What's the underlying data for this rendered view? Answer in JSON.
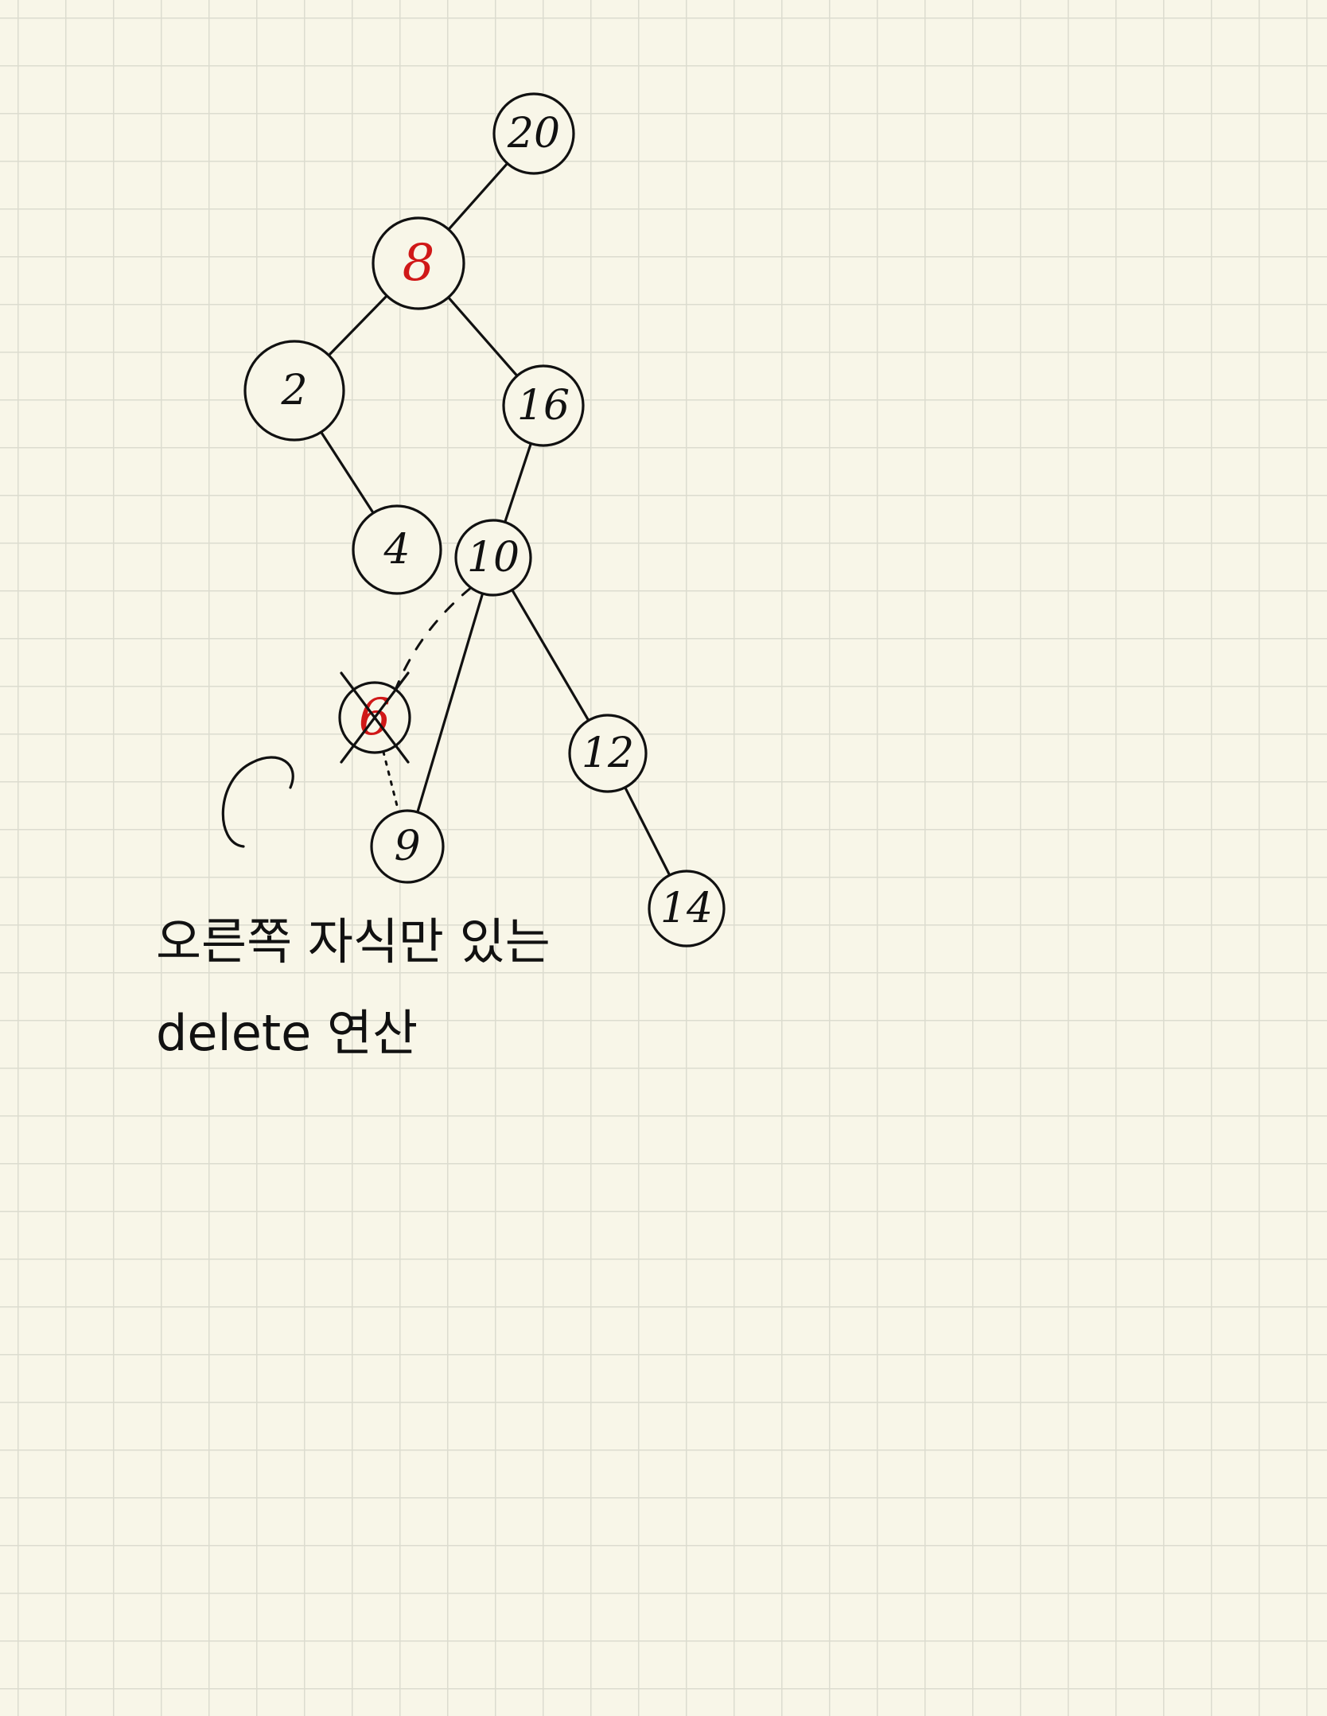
{
  "nodes": [
    {
      "id": "n20",
      "label": "20",
      "color": "#111111"
    },
    {
      "id": "n8",
      "label": "8",
      "color": "#d01818"
    },
    {
      "id": "n2",
      "label": "2",
      "color": "#111111"
    },
    {
      "id": "n16",
      "label": "16",
      "color": "#111111"
    },
    {
      "id": "n4",
      "label": "4",
      "color": "#111111"
    },
    {
      "id": "n10",
      "label": "10",
      "color": "#111111"
    },
    {
      "id": "n6",
      "label": "6",
      "color": "#d01818",
      "deleted": true
    },
    {
      "id": "n12",
      "label": "12",
      "color": "#111111"
    },
    {
      "id": "n9",
      "label": "9",
      "color": "#111111"
    },
    {
      "id": "n14",
      "label": "14",
      "color": "#111111"
    }
  ],
  "edges": [
    {
      "from": "n20",
      "to": "n8",
      "style": "solid"
    },
    {
      "from": "n8",
      "to": "n2",
      "style": "solid"
    },
    {
      "from": "n8",
      "to": "n16",
      "style": "solid"
    },
    {
      "from": "n2",
      "to": "n4",
      "style": "solid"
    },
    {
      "from": "n16",
      "to": "n10",
      "style": "solid"
    },
    {
      "from": "n10",
      "to": "n9",
      "style": "solid"
    },
    {
      "from": "n10",
      "to": "n12",
      "style": "solid"
    },
    {
      "from": "n12",
      "to": "n14",
      "style": "solid"
    },
    {
      "from": "n10",
      "to": "n6",
      "style": "dashed"
    },
    {
      "from": "n6",
      "to": "n9",
      "style": "dotted"
    }
  ],
  "note": {
    "line1": "오른쪽 자식만 있는",
    "line2": "delete 연산"
  }
}
